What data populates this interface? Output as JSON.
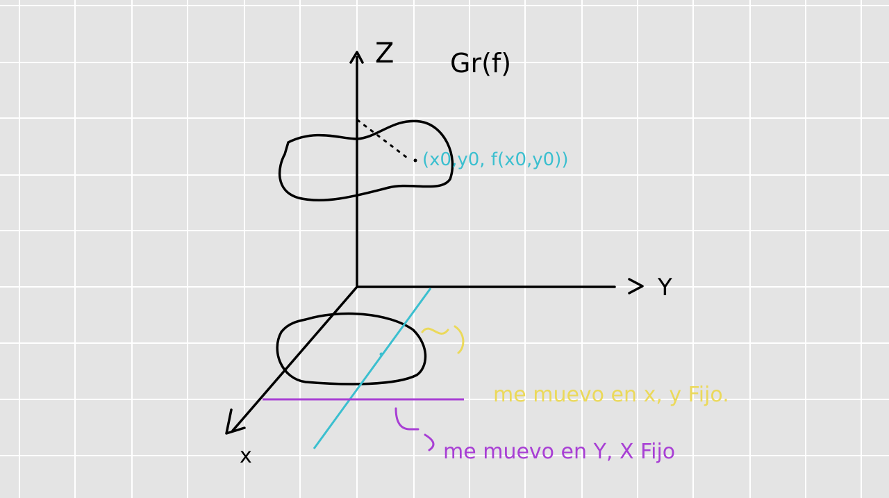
{
  "labels": {
    "z_axis": "Z",
    "y_axis": "Y",
    "x_axis": "x",
    "graph_title": "Gr(f)",
    "point": "(x0,y0, f(x0,y0))",
    "note_x": "me muevo en x, y Fijo.",
    "note_y": "me muevo en Y, X Fijo"
  },
  "colors": {
    "background": "#e4e4e4",
    "grid": "#ffffff",
    "ink": "#000000",
    "point_teal": "#3bbfcf",
    "note_yellow": "#ebd95a",
    "note_purple": "#a83fd4"
  }
}
